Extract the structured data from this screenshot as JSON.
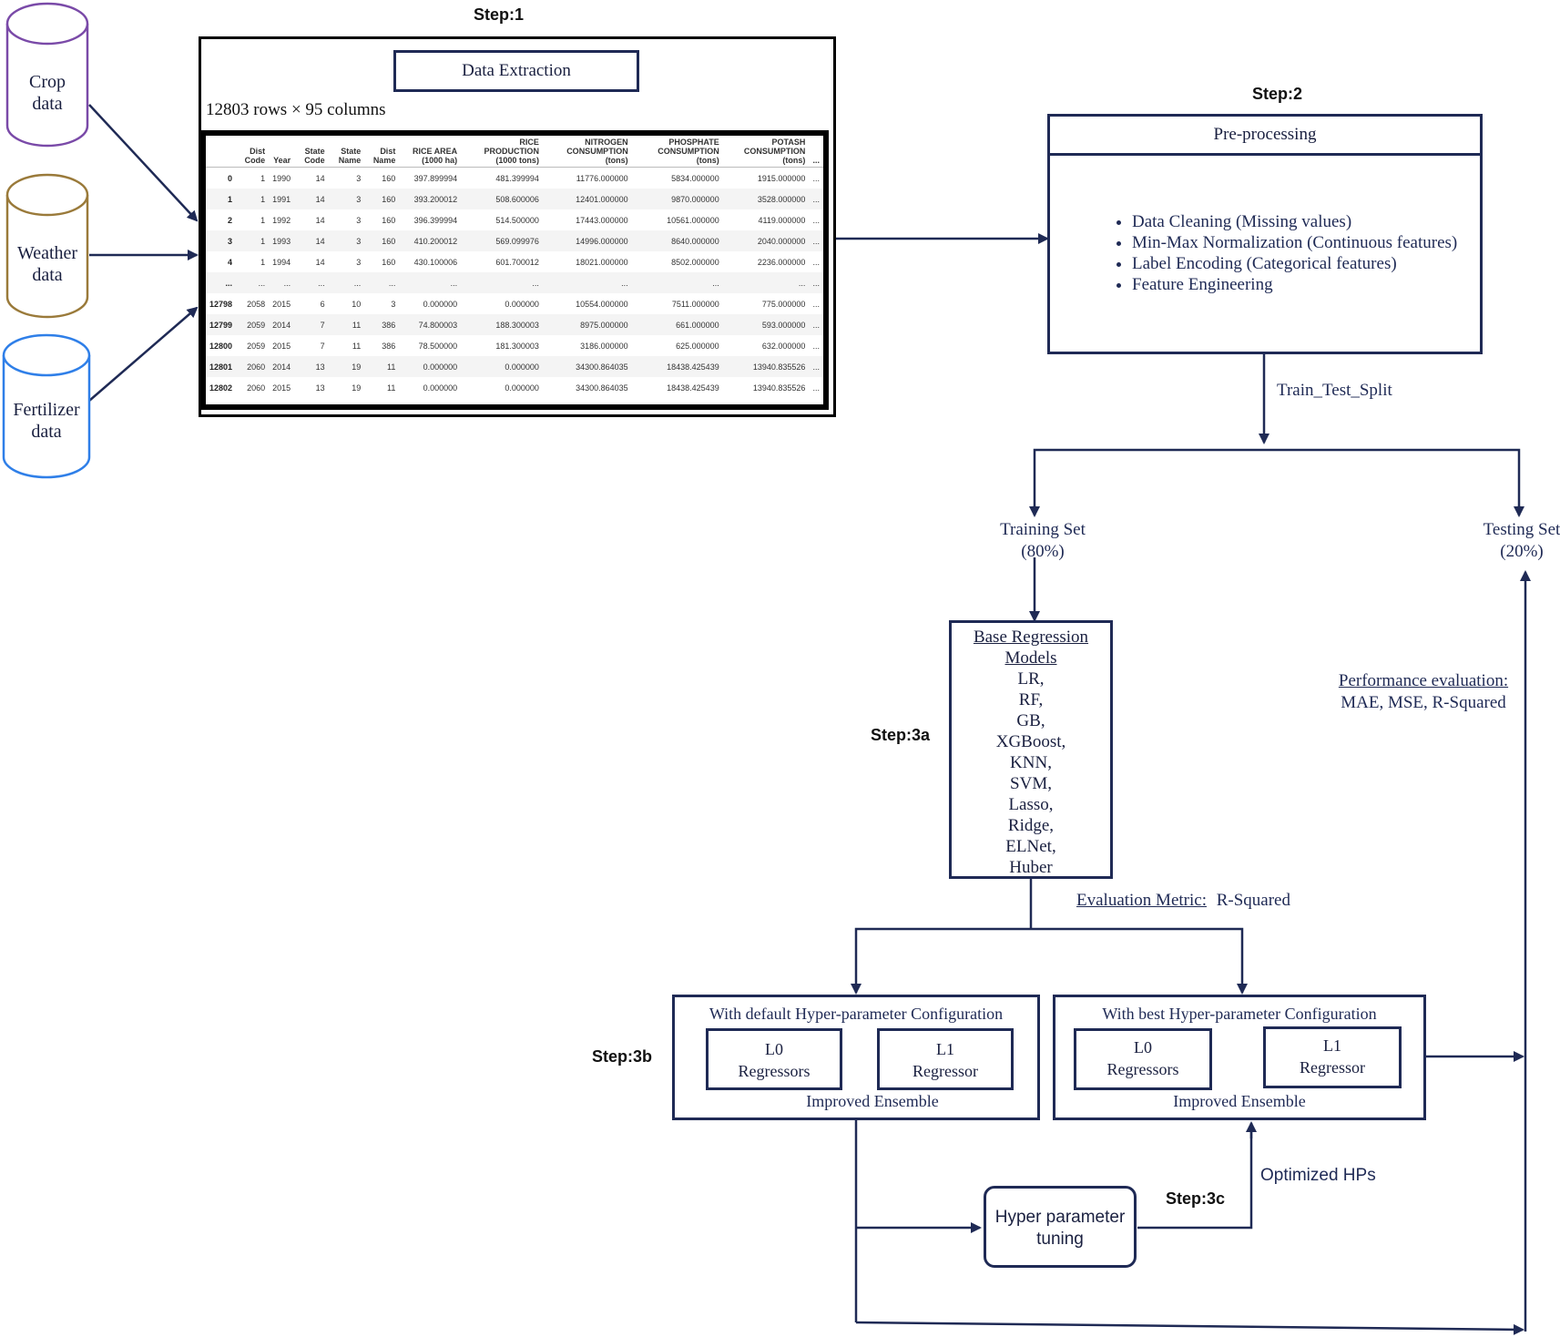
{
  "steps": {
    "step1": "Step:1",
    "step2": "Step:2",
    "step3a": "Step:3a",
    "step3b": "Step:3b",
    "step3c": "Step:3c"
  },
  "sources": [
    {
      "line1": "Crop",
      "line2": "data",
      "color": "#7a4aa8"
    },
    {
      "line1": "Weather",
      "line2": "data",
      "color": "#9a7a3a"
    },
    {
      "line1": "Fertilizer",
      "line2": "data",
      "color": "#2f7fe8"
    }
  ],
  "extraction": {
    "title": "Data Extraction",
    "shape": "12803 rows × 95 columns"
  },
  "table": {
    "headers": [
      "",
      "Dist Code",
      "Year",
      "State Code",
      "State Name",
      "Dist Name",
      "RICE AREA (1000 ha)",
      "RICE PRODUCTION (1000 tons)",
      "NITROGEN CONSUMPTION (tons)",
      "PHOSPHATE CONSUMPTION (tons)",
      "POTASH CONSUMPTION (tons)",
      "..."
    ],
    "rows": [
      [
        "0",
        "1",
        "1990",
        "14",
        "3",
        "160",
        "397.899994",
        "481.399994",
        "11776.000000",
        "5834.000000",
        "1915.000000",
        "..."
      ],
      [
        "1",
        "1",
        "1991",
        "14",
        "3",
        "160",
        "393.200012",
        "508.600006",
        "12401.000000",
        "9870.000000",
        "3528.000000",
        "..."
      ],
      [
        "2",
        "1",
        "1992",
        "14",
        "3",
        "160",
        "396.399994",
        "514.500000",
        "17443.000000",
        "10561.000000",
        "4119.000000",
        "..."
      ],
      [
        "3",
        "1",
        "1993",
        "14",
        "3",
        "160",
        "410.200012",
        "569.099976",
        "14996.000000",
        "8640.000000",
        "2040.000000",
        "..."
      ],
      [
        "4",
        "1",
        "1994",
        "14",
        "3",
        "160",
        "430.100006",
        "601.700012",
        "18021.000000",
        "8502.000000",
        "2236.000000",
        "..."
      ],
      [
        "...",
        "...",
        "...",
        "...",
        "...",
        "...",
        "...",
        "...",
        "...",
        "...",
        "...",
        "..."
      ],
      [
        "12798",
        "2058",
        "2015",
        "6",
        "10",
        "3",
        "0.000000",
        "0.000000",
        "10554.000000",
        "7511.000000",
        "775.000000",
        "..."
      ],
      [
        "12799",
        "2059",
        "2014",
        "7",
        "11",
        "386",
        "74.800003",
        "188.300003",
        "8975.000000",
        "661.000000",
        "593.000000",
        "..."
      ],
      [
        "12800",
        "2059",
        "2015",
        "7",
        "11",
        "386",
        "78.500000",
        "181.300003",
        "3186.000000",
        "625.000000",
        "632.000000",
        "..."
      ],
      [
        "12801",
        "2060",
        "2014",
        "13",
        "19",
        "11",
        "0.000000",
        "0.000000",
        "34300.864035",
        "18438.425439",
        "13940.835526",
        "..."
      ],
      [
        "12802",
        "2060",
        "2015",
        "13",
        "19",
        "11",
        "0.000000",
        "0.000000",
        "34300.864035",
        "18438.425439",
        "13940.835526",
        "..."
      ]
    ]
  },
  "preprocessing": {
    "title": "Pre-processing",
    "bullets": [
      "Data Cleaning (Missing values)",
      "Min-Max Normalization (Continuous features)",
      "Label Encoding (Categorical features)",
      "Feature Engineering"
    ]
  },
  "split": {
    "label": "Train_Test_Split",
    "training_line1": "Training Set",
    "training_line2": "(80%)",
    "testing_line1": "Testing Set",
    "testing_line2": "(20%)"
  },
  "base_models": {
    "title_line1": "Base Regression",
    "title_line2": "Models",
    "models": [
      "LR,",
      "RF,",
      "GB,",
      "XGBoost,",
      "KNN,",
      "SVM,",
      "Lasso,",
      "Ridge,",
      "ELNet,",
      "Huber"
    ]
  },
  "evaluation_metric": {
    "label": "Evaluation Metric:",
    "value": "R-Squared"
  },
  "performance": {
    "label": "Performance evaluation:",
    "value": "MAE, MSE, R-Squared"
  },
  "ensemble_default": {
    "title": "With default Hyper-parameter Configuration",
    "l0_line1": "L0",
    "l0_line2": "Regressors",
    "l1_line1": "L1",
    "l1_line2": "Regressor",
    "footer": "Improved Ensemble"
  },
  "ensemble_best": {
    "title": "With best Hyper-parameter Configuration",
    "l0_line1": "L0",
    "l0_line2": "Regressors",
    "l1_line1": "L1",
    "l1_line2": "Regressor",
    "footer": "Improved Ensemble"
  },
  "tuning": {
    "line1": "Hyper parameter",
    "line2": "tuning",
    "optimized_label": "Optimized HPs"
  },
  "colors": {
    "arrow": "#1f2a55",
    "box_border": "#1f2a55"
  }
}
